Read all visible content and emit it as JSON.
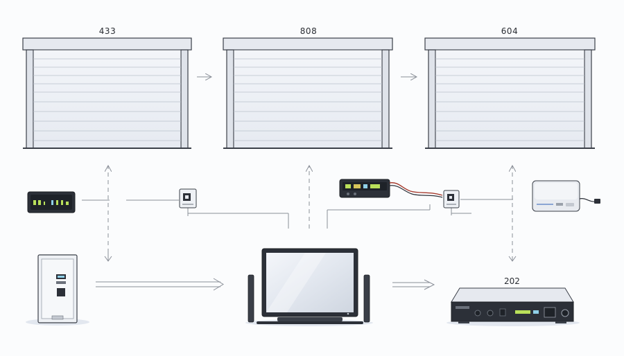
{
  "doors": [
    {
      "id": "door-1",
      "label": "433"
    },
    {
      "id": "door-2",
      "label": "808"
    },
    {
      "id": "door-3",
      "label": "604"
    }
  ],
  "receiver": {
    "label": "202"
  },
  "colors": {
    "frame": "#dfe3ea",
    "outline": "#3a3f48",
    "panel": "#eef1f6",
    "slat": "#b9c0cb",
    "arrow": "#8a8f98",
    "display": "#2c3038",
    "screen": "#e3e8f0",
    "led_green": "#b9e05a"
  },
  "icons": {
    "door": "roller-door-icon",
    "thermostat": "thermostat-icon",
    "socket": "wall-socket-icon",
    "sensor": "sensor-hub-icon",
    "panel": "electrical-panel-icon",
    "tv": "television-icon",
    "receiver": "av-receiver-icon"
  }
}
